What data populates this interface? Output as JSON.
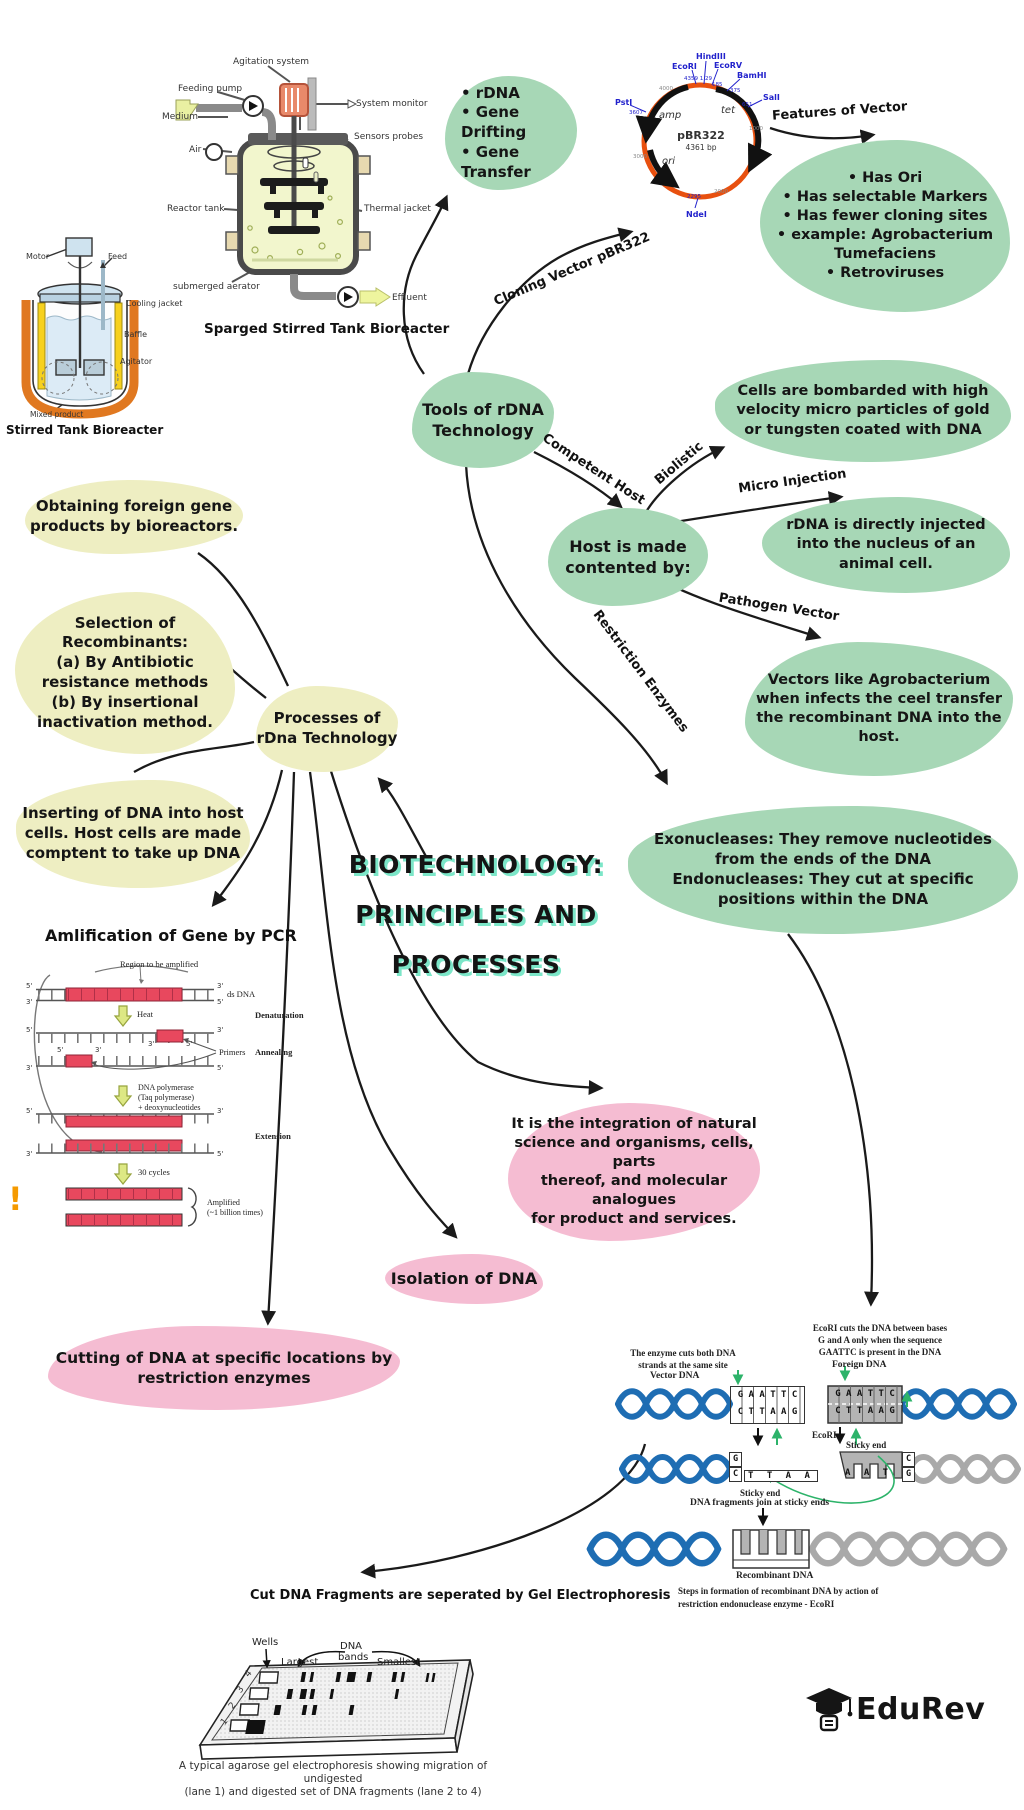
{
  "title": {
    "lines": [
      "BIOTECHNOLOGY:",
      "PRINCIPLES AND",
      "PROCESSES"
    ]
  },
  "brand": {
    "name": "EduRev"
  },
  "mindmap": {
    "tools_node": "Tools of rDNA\nTechnology",
    "tools_items": "• rDNA\n• Gene Drifting\n• Gene Transfer",
    "labels": {
      "cloning": "Cloning Vector pBR322",
      "features": "Features of Vector",
      "competent": "Competent Host",
      "biolistic": "Biolistic",
      "micro": "Micro Injection",
      "pathogen": "Pathogen Vector",
      "restriction": "Restriction Enzymes"
    },
    "features_list": "• Has Ori\n• Has selectable Markers\n• Has fewer cloning sites\n• example: Agrobacterium\nTumefaciens\n• Retroviruses",
    "host_node": "Host is made\ncontented by:",
    "biolistic_node": "Cells are bombarded with high\nvelocity micro particles of gold\nor tungsten coated with DNA",
    "micro_injection_node": "rDNA is directly injected\ninto the nucleus of an\nanimal cell.",
    "pathogen_node": "Vectors like Agrobacterium\nwhen infects the ceel transfer\nthe recombinant DNA into the\nhost.",
    "nucleases_node": "Exonucleases: They remove nucleotides\nfrom the ends of the DNA\nEndonucleases: They cut at specific\npositions within the DNA",
    "obtaining_node": "Obtaining foreign gene\nproducts by bioreactors.",
    "selection_node": "Selection of Recombinants:\n(a) By Antibiotic\nresistance methods\n(b) By insertional\ninactivation method.",
    "processes_node": "Processes of\nrDna Technology",
    "inserting_node": "Inserting of DNA into host\ncells. Host cells are made\ncomptent to take up DNA",
    "definition_node": "It is the integration of natural\nscience and organisms, cells, parts\nthereof, and molecular analogues\nfor product and services.",
    "isolation_node": "Isolation of DNA",
    "cutting_node": "Cutting of DNA at specific locations by\nrestriction enzymes",
    "pcr_heading": "Amlification of Gene by PCR",
    "gel_heading": "Cut DNA Fragments are\nseperated by Gel Electrophoresis"
  },
  "sparged": {
    "caption": "Sparged Stirred Tank Bioreacter",
    "agitation": "Agitation system",
    "feeding_pump": "Feeding pump",
    "medium": "Medium",
    "air": "Air",
    "reactor_tank": "Reactor tank",
    "system_monitor": "System monitor",
    "sensors": "Sensors probes",
    "thermal_jacket": "Thermal jacket",
    "aerator": "submerged aerator",
    "effluent": "Effluent"
  },
  "stirred": {
    "caption": "Stirred Tank Bioreacter",
    "motor": "Motor",
    "feed": "Feed",
    "cooling": "Cooling jacket",
    "baffle": "Baffle",
    "agitator": "Agitator",
    "mixed": "Mixed product"
  },
  "plasmid": {
    "name": "pBR322",
    "size": "4361 bp",
    "amp": "amp",
    "tet": "tet",
    "ori": "ori",
    "ecori": "EcoRI",
    "hindiii": "HindIII",
    "ecorv": "EcoRV",
    "bamhi": "BamHI",
    "sali": "SalI",
    "psti": "PstI",
    "ndei": "NdeI",
    "t_hind": "4359 1 29",
    "t_ecorv": "185",
    "t_bamhi": "375",
    "t_sali": "651",
    "t_psti": "3607",
    "t_ndei": "2295",
    "t_4000": "4000",
    "t_3000": "3000",
    "t_2000": "2000",
    "t_1000": "1000"
  },
  "pcr": {
    "region": "Region to be amplified",
    "dsdna": "ds DNA",
    "heat": "Heat",
    "denaturation": "Denaturation",
    "primers": "Primers",
    "annealing": "Annealing",
    "polymerase": "DNA polymerase\n(Taq polymerase)\n+ deoxynucleotides",
    "extension": "Extension",
    "cycles": "30 cycles",
    "amplified": "Amplified\n(~1 billion times)",
    "five": "5'",
    "three": "3'",
    "bang": "!"
  },
  "ecorl": {
    "enzyme_cuts": "The enzyme cuts both DNA\nstrands at the same site",
    "ecorl_cuts": "EcoRI cuts the DNA between bases\nG and A only when the sequence\nGAATTC is present in the DNA",
    "vector_dna": "Vector DNA",
    "foreign_dna": "Foreign DNA",
    "ecorl": "EcoRI",
    "sticky_right": "Sticky end",
    "sticky_left": "Sticky end",
    "join": "DNA fragments join at sticky ends",
    "recombinant": "Recombinant DNA",
    "steps": "Steps in formation of recombinant DNA by action of\nrestriction endonuclease enzyme - EcoRI",
    "seq_top": "G A A T T C",
    "seq_bottom": "C T T A A G",
    "left_top": "G",
    "left_bottom": "C",
    "left_overhang": "T T A A",
    "right_overhang": "A A T T",
    "right_top": "C",
    "right_bottom": "G"
  },
  "gel": {
    "wells": "Wells",
    "dna": "DNA",
    "bands": "bands",
    "largest": "Largest",
    "smallest": "Smallest",
    "lanes": [
      "1",
      "2",
      "3",
      "4"
    ],
    "caption": "A typical agarose gel electrophoresis showing migration of undigested\n(lane 1) and digested set of DNA fragments (lane 2 to 4)"
  },
  "colors": {
    "node_green": "#a7d7b6",
    "node_yellow": "#eeeec2",
    "node_pink": "#f5bcd2",
    "title_shadow": "#7ce6c8",
    "plasmid_ring": "#e8500f",
    "helix_blue": "#1e6db3",
    "helix_grey": "#a9a9a9",
    "pcr_red": "#e8485e",
    "green_arrow": "#2db36a",
    "alert_orange": "#f59a00"
  }
}
